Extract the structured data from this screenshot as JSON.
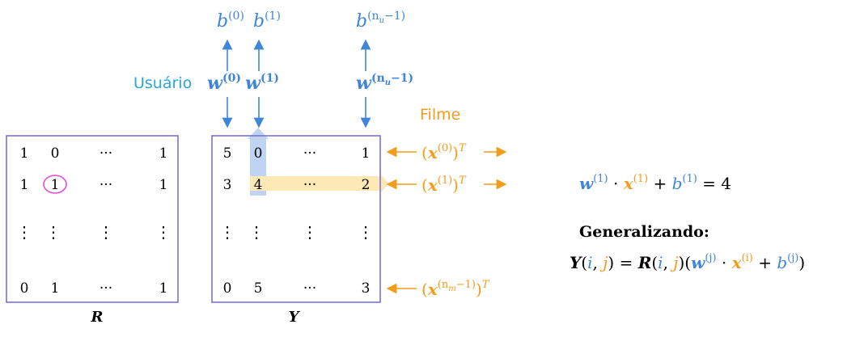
{
  "colors": {
    "box": "#7b72d6",
    "blue": "#3f86d8",
    "cyan": "#2aa6d8",
    "orange": "#f39c1c",
    "highlight_col": "#bfd3f2",
    "highlight_row": "#fde9b5",
    "circle": "#e84ad9",
    "text": "#000000"
  },
  "labels": {
    "user": "Usuário",
    "film": "Filme",
    "R": "R",
    "Y": "Y",
    "generalizing": "Generalizando:"
  },
  "matrix_R": {
    "rows": [
      [
        "1",
        "0",
        "···",
        "1"
      ],
      [
        "1",
        "1",
        "···",
        "1"
      ],
      [
        "⋮",
        "⋮",
        "⋮",
        "⋮"
      ],
      [
        "0",
        "1",
        "···",
        "1"
      ]
    ]
  },
  "matrix_Y": {
    "rows": [
      [
        "5",
        "0",
        "···",
        "1"
      ],
      [
        "3",
        "4",
        "···",
        "2"
      ],
      [
        "⋮",
        "⋮",
        "⋮",
        "⋮"
      ],
      [
        "0",
        "5",
        "···",
        "3"
      ]
    ]
  },
  "bias_labels": [
    {
      "base": "b",
      "sup": "(0)"
    },
    {
      "base": "b",
      "sup": "(1)"
    },
    {
      "base": "b",
      "sup_prefix": "(n",
      "sup_sub": "u",
      "sup_suffix": "−1)"
    }
  ],
  "weight_labels": [
    {
      "base": "w",
      "sup": "(0)"
    },
    {
      "base": "w",
      "sup": "(1)"
    },
    {
      "base": "w",
      "sup_prefix": "(n",
      "sup_sub": "u",
      "sup_suffix": "−1)"
    }
  ],
  "film_labels": [
    {
      "base": "x",
      "sup": "(0)",
      "outer_sup": "T"
    },
    {
      "base": "x",
      "sup": "(1)",
      "outer_sup": "T"
    },
    {
      "base": "x",
      "sup_prefix": "(n",
      "sup_sub": "m",
      "sup_suffix": "−1)",
      "outer_sup": "T"
    }
  ],
  "equation_example": {
    "w": "w",
    "w_sup": "(1)",
    "dot": "·",
    "x": "x",
    "x_sup": "(1)",
    "plus": "+",
    "b": "b",
    "b_sup": "(1)",
    "equals": "= 4"
  },
  "equation_general": {
    "lhs": "Y",
    "lhs_args_open": "(",
    "i": "i",
    "comma": ", ",
    "j": "j",
    "lhs_args_close": ")",
    "equals": "=",
    "R": "R",
    "R_args_open": "(",
    "R_args_close": ")",
    "paren_open": "(",
    "w": "w",
    "w_sup": "(j)",
    "dot": "·",
    "x": "x",
    "x_sup": "(i)",
    "plus": "+",
    "b": "b",
    "b_sup": "(j)",
    "paren_close": ")"
  }
}
